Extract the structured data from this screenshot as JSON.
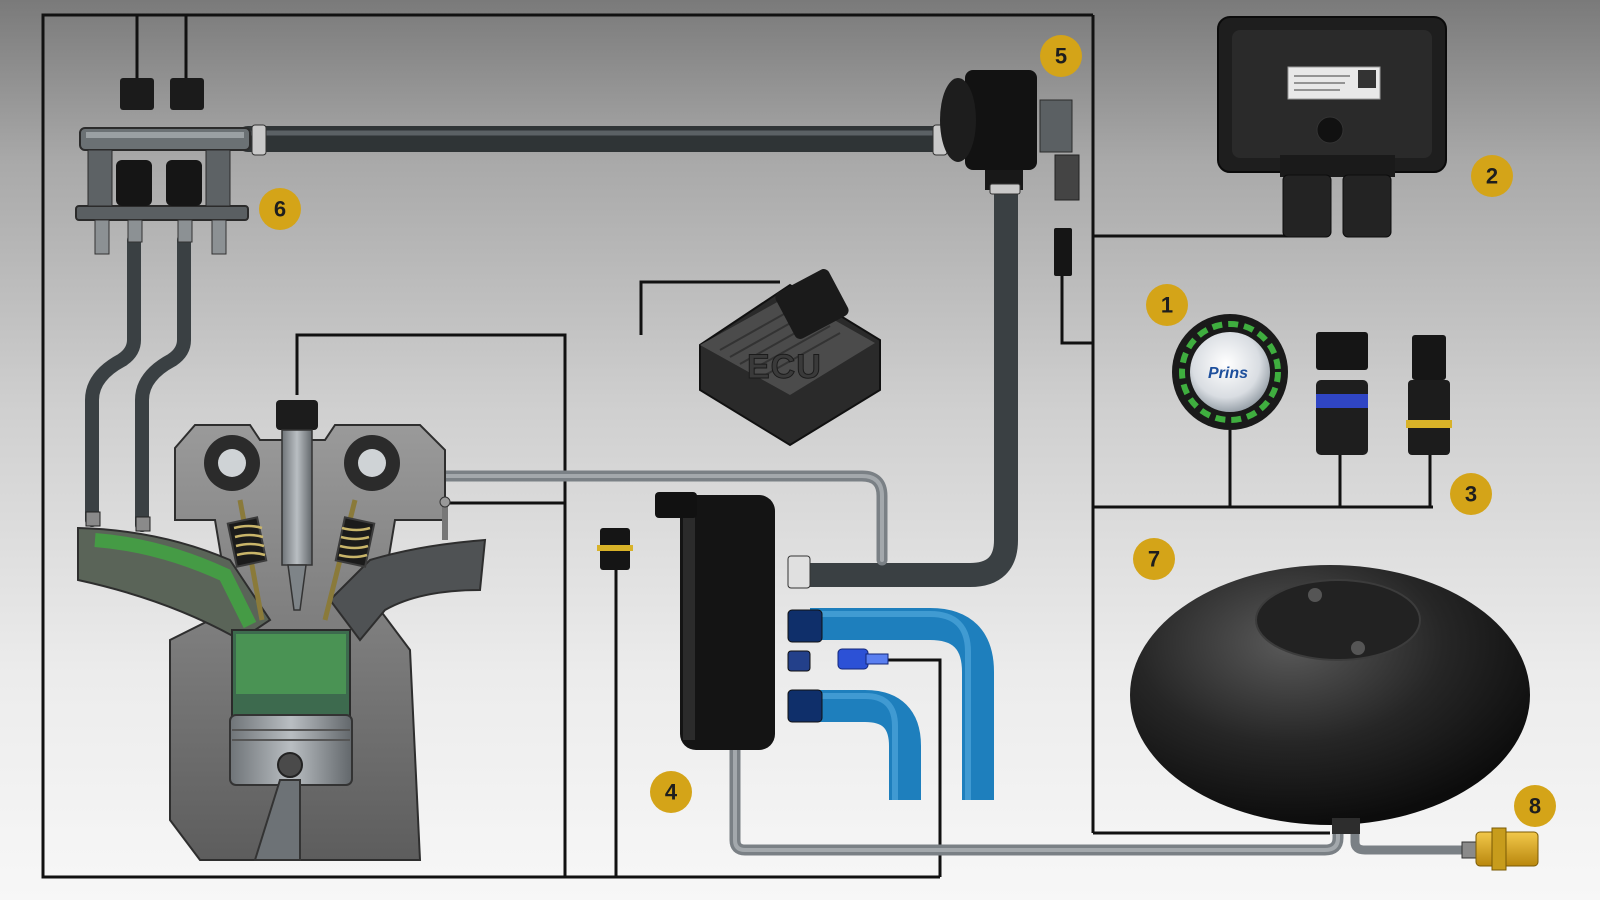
{
  "diagram": {
    "type": "LPG / autogas injection system schematic",
    "brand_label": "Prins",
    "ecu_label": "ECU",
    "callouts": [
      {
        "id": "badge-1",
        "number": "1",
        "component": "switch"
      },
      {
        "id": "badge-2",
        "number": "2",
        "component": "gas-controller"
      },
      {
        "id": "badge-3",
        "number": "3",
        "component": "connectors"
      },
      {
        "id": "badge-4",
        "number": "4",
        "component": "vaporizer"
      },
      {
        "id": "badge-5",
        "number": "5",
        "component": "filter-valve"
      },
      {
        "id": "badge-6",
        "number": "6",
        "component": "injector-rail"
      },
      {
        "id": "badge-7",
        "number": "7",
        "component": "tank"
      },
      {
        "id": "badge-8",
        "number": "8",
        "component": "filler"
      }
    ],
    "colors": {
      "badge": "#d4a418",
      "hose": "#3d4346",
      "wire": "#111111",
      "coolant": "#1e7fbd",
      "gas": "#3fae3f"
    }
  }
}
